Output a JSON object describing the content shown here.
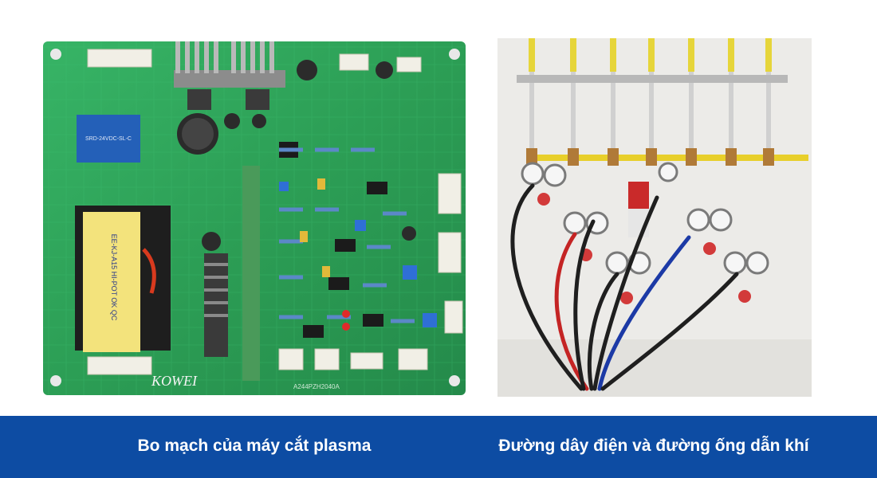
{
  "captions": {
    "left": "Bo mạch của máy cắt plasma",
    "right": "Đường dây điện và đường ống dẫn khí"
  },
  "board": {
    "relay_label": "SRD-24VDC-SL-C",
    "transformer_label": "EE-KJ-A15 HI-POT OK QC",
    "signature": "KOWEI",
    "serial": "A244PZH2040A"
  },
  "colors": {
    "caption_bar": "#0d4ca3",
    "pcb_green": "#2fa65a",
    "wall": "#ececea"
  }
}
